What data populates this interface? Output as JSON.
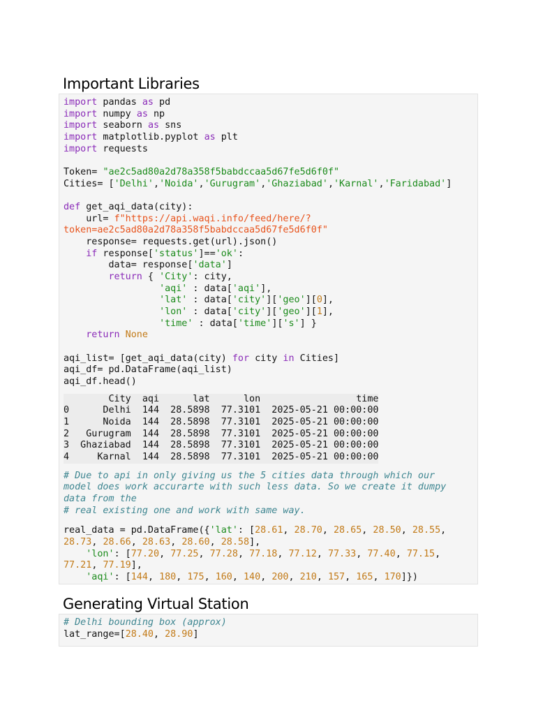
{
  "section1": {
    "title": "Important Libraries"
  },
  "section2": {
    "title": "Generating Virtual Station"
  },
  "imports": [
    {
      "kw": "import",
      "mod": " pandas ",
      "as": "as",
      "alias": " pd"
    },
    {
      "kw": "import",
      "mod": " numpy ",
      "as": "as",
      "alias": " np"
    },
    {
      "kw": "import",
      "mod": " seaborn ",
      "as": "as",
      "alias": " sns"
    },
    {
      "kw": "import",
      "mod": " matplotlib.pyplot ",
      "as": "as",
      "alias": " plt"
    },
    {
      "kw": "import",
      "mod": " requests",
      "as": "",
      "alias": ""
    }
  ],
  "token_line": {
    "lhs": "Token= ",
    "value": "\"ae2c5ad80a2d78a358f5babdccaa5d67fe5d6f0f\""
  },
  "cities_line": {
    "lhs": "Cities= [",
    "items": [
      "'Delhi'",
      "'Noida'",
      "'Gurugram'",
      "'Ghaziabad'",
      "'Karnal'",
      "'Faridabad'"
    ],
    "rhs": "]"
  },
  "func": {
    "def_kw": "def",
    "signature": " get_aqi_data(city):",
    "url_lhs": "    url= ",
    "url_val1": "f\"https://api.waqi.info/feed/here/?",
    "url_val2": "token=ae2c5ad80a2d78a358f5babdccaa5d67fe5d6f0f\"",
    "response_line": "    response= requests.get(url).json()",
    "if_indent": "    ",
    "if_kw": "if",
    "if_a": " response[",
    "if_b": "'status'",
    "if_c": "]==",
    "if_d": "'ok'",
    "if_e": ":",
    "data_a": "        data= response[",
    "data_b": "'data'",
    "data_c": "]",
    "ret_indent": "        ",
    "return_kw": "return",
    "ret_a": " { ",
    "ret_b": "'City'",
    "ret_c": ": city,",
    "aqi_indent": "                 ",
    "aqi_a": "'aqi'",
    "aqi_b": " : data[",
    "aqi_c": "'aqi'",
    "aqi_d": "],",
    "lat_a": "'lat'",
    "lat_b": " : data[",
    "lat_c": "'city'",
    "lat_d": "][",
    "lat_e": "'geo'",
    "lat_f": "][",
    "lat_g": "0",
    "lat_h": "],",
    "lon_a": "'lon'",
    "lon_b": " : data[",
    "lon_c": "'city'",
    "lon_d": "][",
    "lon_e": "'geo'",
    "lon_f": "][",
    "lon_g": "1",
    "lon_h": "],",
    "time_a": "'time'",
    "time_b": " : data[",
    "time_c": "'time'",
    "time_d": "][",
    "time_e": "'s'",
    "time_f": "] }",
    "ret2_indent": "    ",
    "return2_kw": "return",
    "none_val": " None"
  },
  "aqi_list": {
    "a": "aqi_list= [get_aqi_data(city) ",
    "for_kw": "for",
    "b": " city ",
    "in_kw": "in",
    "c": " Cities]",
    "df_line": "aqi_df= pd.DataFrame(aqi_list)",
    "head_line": "aqi_df.head()"
  },
  "output_table": {
    "header": "        City  aqi      lat      lon                 time",
    "rows": [
      "0      Delhi  144  28.5898  77.3101  2025-05-21 00:00:00",
      "1      Noida  144  28.5898  77.3101  2025-05-21 00:00:00",
      "2   Gurugram  144  28.5898  77.3101  2025-05-21 00:00:00",
      "3  Ghaziabad  144  28.5898  77.3101  2025-05-21 00:00:00",
      "4     Karnal  144  28.5898  77.3101  2025-05-21 00:00:00"
    ]
  },
  "comment": {
    "line1": "# Due to api in only giving us the 5 cities data through which our",
    "line2": "model does work accurarte with such less data. So we create it dumpy",
    "line3": "data from the",
    "line4": "# real existing one and work with same way."
  },
  "real_data": {
    "open": "real_data = pd.DataFrame({",
    "lat_key": "'lat'",
    "lat_vals": [
      "28.61",
      "28.70",
      "28.65",
      "28.50",
      "28.55",
      "28.73",
      "28.66",
      "28.63",
      "28.60",
      "28.58"
    ],
    "lon_key": "'lon'",
    "lon_vals": [
      "77.20",
      "77.25",
      "77.28",
      "77.18",
      "77.12",
      "77.33",
      "77.40",
      "77.15",
      "77.21",
      "77.19"
    ],
    "aqi_key": "'aqi'",
    "aqi_vals": [
      "144",
      "180",
      "175",
      "160",
      "140",
      "200",
      "210",
      "157",
      "165",
      "170"
    ]
  },
  "virtual": {
    "comment": "# Delhi bounding box (approx)",
    "lat_range_lhs": "lat_range=[",
    "lat_range_vals": [
      "28.40",
      "28.90"
    ],
    "lat_range_rhs": "]"
  }
}
